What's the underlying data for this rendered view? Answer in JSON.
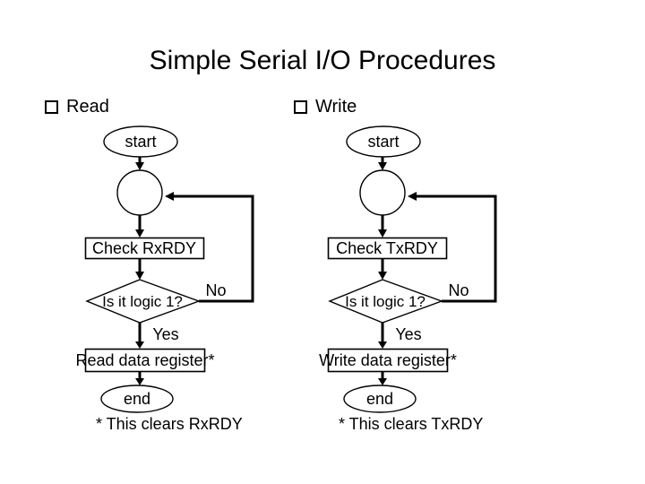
{
  "slide": {
    "title": "Simple Serial I/O Procedures"
  },
  "colors": {
    "foreground": "#000000",
    "background": "#ffffff"
  },
  "icons": {
    "bullet": "square-outline"
  },
  "charts": [
    {
      "section_label": "Read",
      "start": "start",
      "check": "Check RxRDY",
      "question": "Is it logic 1?",
      "no": "No",
      "yes": "Yes",
      "action": "Read data register*",
      "end": "end",
      "footnote": "* This clears RxRDY"
    },
    {
      "section_label": "Write",
      "start": "start",
      "check": "Check TxRDY",
      "question": "Is it logic 1?",
      "no": "No",
      "yes": "Yes",
      "action": "Write data register*",
      "end": "end",
      "footnote": "* This clears TxRDY"
    }
  ]
}
